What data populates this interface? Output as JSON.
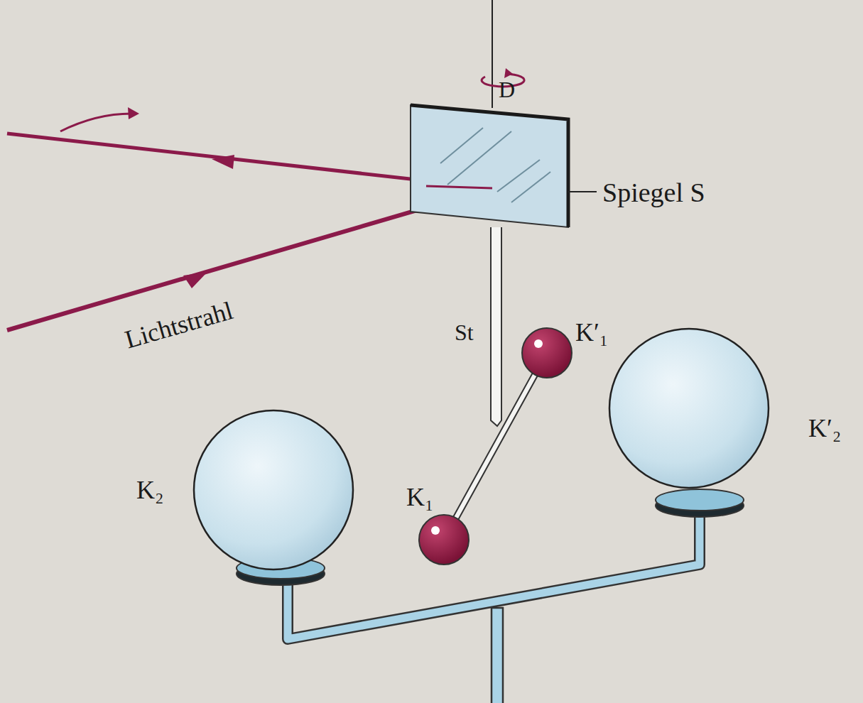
{
  "diagram": {
    "labels": [
      "D",
      "Spiegel S",
      "Lichtstrahl",
      "St",
      "K′₁",
      "K′₂",
      "K₁",
      "K₂"
    ]
  }
}
